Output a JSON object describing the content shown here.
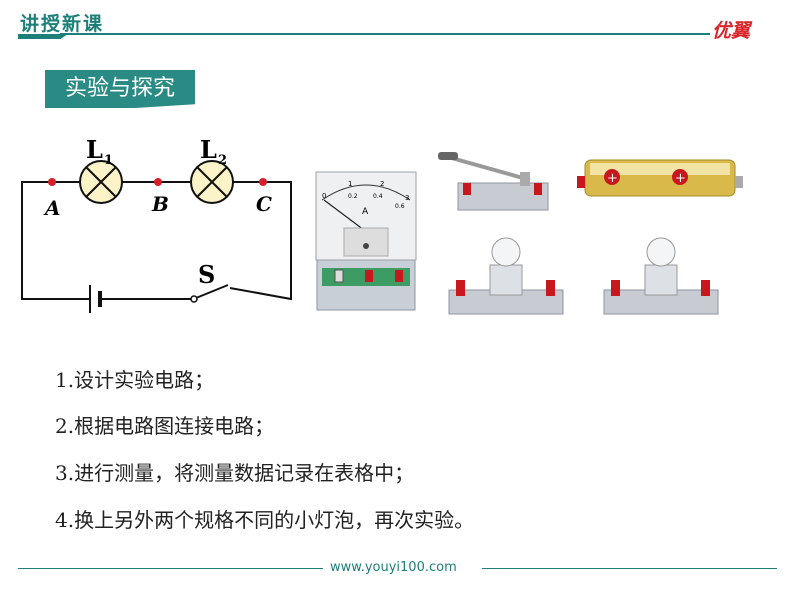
{
  "header": {
    "title": "讲授新课",
    "logo": "优翼"
  },
  "section": {
    "title": "实验与探究"
  },
  "circuit": {
    "bulb1": "L",
    "bulb1_sub": "1",
    "bulb2": "L",
    "bulb2_sub": "2",
    "point_a": "A",
    "point_b": "B",
    "point_c": "C",
    "switch": "S"
  },
  "ammeter": {
    "unit": "A",
    "scale_top": [
      "0",
      "1",
      "2",
      "3"
    ],
    "scale_bottom": [
      "0.2",
      "0.4",
      "0.6"
    ]
  },
  "steps": [
    "1.设计实验电路；",
    "2.根据电路图连接电路；",
    "3.进行测量，将测量数据记录在表格中；",
    "4.换上另外两个规格不同的小灯泡，再次实验。"
  ],
  "footer": {
    "url": "www.youyi100.com"
  }
}
